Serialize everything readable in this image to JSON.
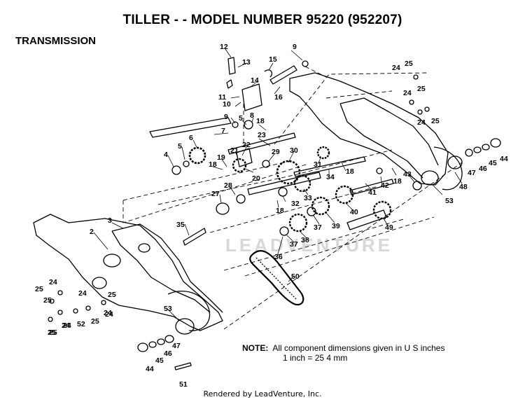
{
  "title": "TILLER - - MODEL NUMBER 95220 (952207)",
  "section": "TRANSMISSION",
  "note": {
    "label": "NOTE:",
    "line1": "All component dimensions given in U S  inches",
    "line2": "1 inch = 25 4 mm"
  },
  "credit": "Rendered by LeadVenture, Inc.",
  "watermark": "LEADVENTURE",
  "callouts": [
    {
      "id": "c12",
      "text": "12"
    },
    {
      "id": "c13",
      "text": "13"
    },
    {
      "id": "c15",
      "text": "15"
    },
    {
      "id": "c9a",
      "text": "9"
    },
    {
      "id": "c14",
      "text": "14"
    },
    {
      "id": "c11",
      "text": "11"
    },
    {
      "id": "c10",
      "text": "10"
    },
    {
      "id": "c16",
      "text": "16"
    },
    {
      "id": "c9b",
      "text": "9"
    },
    {
      "id": "c5a",
      "text": "5"
    },
    {
      "id": "c8",
      "text": "8"
    },
    {
      "id": "c7",
      "text": "7"
    },
    {
      "id": "c18a",
      "text": "18"
    },
    {
      "id": "c23",
      "text": "23"
    },
    {
      "id": "c6",
      "text": "6"
    },
    {
      "id": "c5b",
      "text": "5"
    },
    {
      "id": "c4",
      "text": "4"
    },
    {
      "id": "c22",
      "text": "22"
    },
    {
      "id": "c21",
      "text": "21"
    },
    {
      "id": "c19",
      "text": "19"
    },
    {
      "id": "c18b",
      "text": "18"
    },
    {
      "id": "c20",
      "text": "20"
    },
    {
      "id": "c29",
      "text": "29"
    },
    {
      "id": "c30",
      "text": "30"
    },
    {
      "id": "c31",
      "text": "31"
    },
    {
      "id": "c34",
      "text": "34"
    },
    {
      "id": "c18c",
      "text": "18"
    },
    {
      "id": "c28",
      "text": "28"
    },
    {
      "id": "c33",
      "text": "33"
    },
    {
      "id": "c27",
      "text": "27"
    },
    {
      "id": "c32",
      "text": "32"
    },
    {
      "id": "c18d",
      "text": "18"
    },
    {
      "id": "c40",
      "text": "40"
    },
    {
      "id": "c41",
      "text": "41"
    },
    {
      "id": "c42",
      "text": "42"
    },
    {
      "id": "c18e",
      "text": "18"
    },
    {
      "id": "c43",
      "text": "43"
    },
    {
      "id": "c35",
      "text": "35"
    },
    {
      "id": "c37a",
      "text": "37"
    },
    {
      "id": "c39",
      "text": "39"
    },
    {
      "id": "c38",
      "text": "38"
    },
    {
      "id": "c37b",
      "text": "37"
    },
    {
      "id": "c36",
      "text": "36"
    },
    {
      "id": "c49",
      "text": "49"
    },
    {
      "id": "c50",
      "text": "50"
    },
    {
      "id": "c3",
      "text": "3"
    },
    {
      "id": "c2",
      "text": "2"
    },
    {
      "id": "c25a",
      "text": "25"
    },
    {
      "id": "c24a",
      "text": "24"
    },
    {
      "id": "c24b",
      "text": "24"
    },
    {
      "id": "c25b",
      "text": "25"
    },
    {
      "id": "c25c",
      "text": "25"
    },
    {
      "id": "c24c",
      "text": "24"
    },
    {
      "id": "c24d",
      "text": "24"
    },
    {
      "id": "c25d",
      "text": "25"
    },
    {
      "id": "c53a",
      "text": "53"
    },
    {
      "id": "c24e",
      "text": "24"
    },
    {
      "id": "c52",
      "text": "52"
    },
    {
      "id": "c25e",
      "text": "25"
    },
    {
      "id": "c24f",
      "text": "24"
    },
    {
      "id": "c25f",
      "text": "25"
    },
    {
      "id": "c47a",
      "text": "47"
    },
    {
      "id": "c46a",
      "text": "46"
    },
    {
      "id": "c45a",
      "text": "45"
    },
    {
      "id": "c44a",
      "text": "44"
    },
    {
      "id": "c51",
      "text": "51"
    },
    {
      "id": "c24g",
      "text": "24"
    },
    {
      "id": "c25g",
      "text": "25"
    },
    {
      "id": "c24h",
      "text": "24"
    },
    {
      "id": "c25h",
      "text": "25"
    },
    {
      "id": "c24i",
      "text": "24"
    },
    {
      "id": "c25i",
      "text": "25"
    },
    {
      "id": "c53b",
      "text": "53"
    },
    {
      "id": "c48",
      "text": "48"
    },
    {
      "id": "c47b",
      "text": "47"
    },
    {
      "id": "c46b",
      "text": "46"
    },
    {
      "id": "c45b",
      "text": "45"
    },
    {
      "id": "c44b",
      "text": "44"
    }
  ]
}
